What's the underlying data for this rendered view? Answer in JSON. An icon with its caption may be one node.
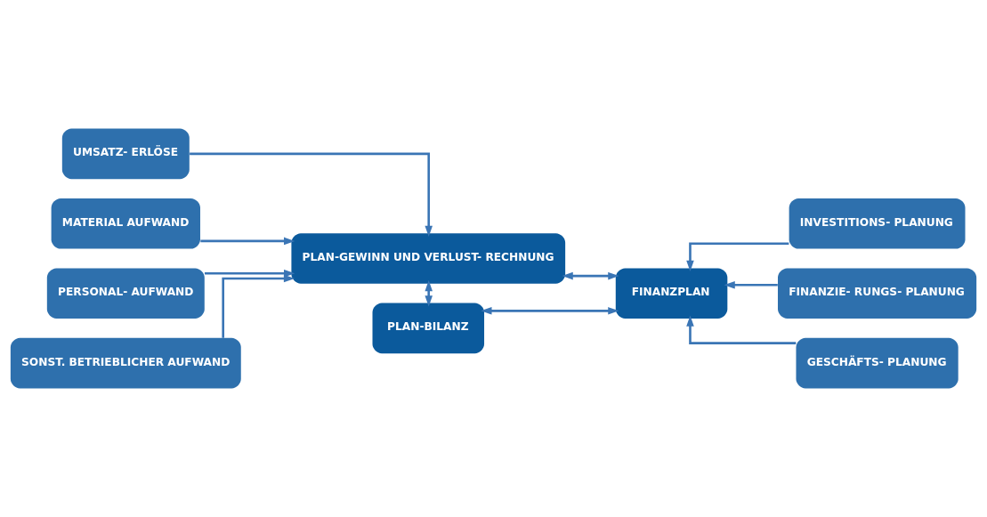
{
  "diagram": {
    "nodes": [
      {
        "text": [
          "UMSATZ- ERLÖSE"
        ]
      },
      {
        "text": [
          "MATERIAL AUFWAND"
        ]
      },
      {
        "text": [
          "PERSONAL- AUFWAND"
        ]
      },
      {
        "text": [
          "SONST. BETRIEBLICHER AUFWAND"
        ]
      },
      {
        "text": [
          "PLAN-GEWINN UND VERLUST- RECHNUNG"
        ]
      },
      {
        "text": [
          "FINANZPLAN"
        ]
      },
      {
        "text": [
          "PLAN-BILANZ"
        ]
      },
      {
        "text": [
          "INVESTITIONS- PLANUNG"
        ]
      },
      {
        "text": [
          "FINANZIE- RUNGS- PLANUNG"
        ]
      },
      {
        "text": [
          "GESCHÄFTS- PLANUNG"
        ]
      }
    ],
    "edges": [
      {
        "from": 0,
        "to": 4,
        "arrow": "to"
      },
      {
        "from": 1,
        "to": 4,
        "arrow": "to"
      },
      {
        "from": 2,
        "to": 4,
        "arrow": "to"
      },
      {
        "from": 3,
        "to": 4,
        "arrow": "to"
      },
      {
        "from": 4,
        "to": 5,
        "arrow": "both"
      },
      {
        "from": 4,
        "to": 6,
        "arrow": "both"
      },
      {
        "from": 5,
        "to": 6,
        "arrow": "both"
      },
      {
        "from": 7,
        "to": 5,
        "arrow": "to"
      },
      {
        "from": 8,
        "to": 5,
        "arrow": "to"
      },
      {
        "from": 9,
        "to": 5,
        "arrow": "to"
      }
    ]
  }
}
